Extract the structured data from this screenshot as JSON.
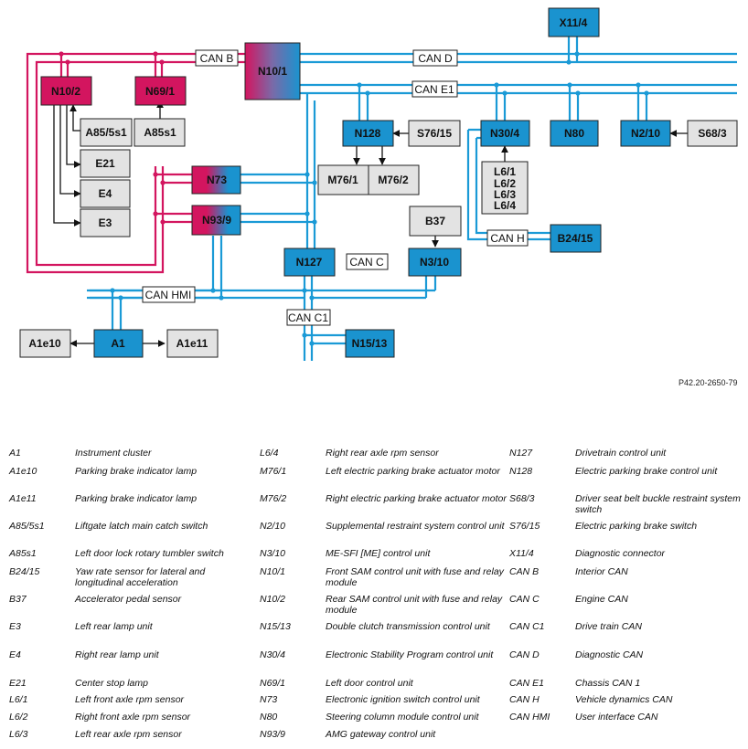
{
  "diagram": {
    "reference": "P42.20-2650-79",
    "colors": {
      "bus": "#1a9ad6",
      "pink": "#d3155f",
      "node_blue": "#1a93cf",
      "node_grey": "#e3e3e3",
      "stroke": "#222222"
    },
    "modules": {
      "X11_4": "X11/4",
      "N10_1": "N10/1",
      "N10_2": "N10/2",
      "N69_1": "N69/1",
      "A85_5s1": "A85/5s1",
      "A85s1": "A85s1",
      "E21": "E21",
      "E4": "E4",
      "E3": "E3",
      "N73": "N73",
      "N93_9": "N93/9",
      "N128": "N128",
      "S76_15": "S76/15",
      "M76_1": "M76/1",
      "M76_2": "M76/2",
      "N30_4": "N30/4",
      "L6_group": [
        "L6/1",
        "L6/2",
        "L6/3",
        "L6/4"
      ],
      "N80": "N80",
      "N2_10": "N2/10",
      "S68_3": "S68/3",
      "B37": "B37",
      "N127": "N127",
      "N3_10": "N3/10",
      "B24_15": "B24/15",
      "N15_13": "N15/13",
      "A1": "A1",
      "A1e10": "A1e10",
      "A1e11": "A1e11"
    },
    "buses": {
      "can_b": "CAN B",
      "can_d": "CAN D",
      "can_e1": "CAN E1",
      "can_c": "CAN C",
      "can_h": "CAN H",
      "can_hmi": "CAN HMI",
      "can_c1": "CAN C1"
    }
  },
  "legend": {
    "columns": [
      [
        {
          "code": "A1",
          "desc": "Instrument cluster"
        },
        {
          "code": "A1e10",
          "desc": "Parking brake indicator lamp"
        },
        {
          "code": "A1e11",
          "desc": "Parking brake indicator lamp"
        },
        {
          "code": "A85/5s1",
          "desc": "Liftgate latch main catch switch"
        },
        {
          "code": "A85s1",
          "desc": "Left door lock rotary tumbler switch"
        },
        {
          "code": "B24/15",
          "desc": "Yaw rate sensor for lateral and longitudinal acceleration"
        },
        {
          "code": "B37",
          "desc": "Accelerator pedal sensor"
        },
        {
          "code": "E3",
          "desc": "Left rear lamp unit"
        },
        {
          "code": "E4",
          "desc": "Right rear lamp unit"
        },
        {
          "code": "E21",
          "desc": "Center stop lamp"
        },
        {
          "code": "L6/1",
          "desc": "Left front axle rpm sensor"
        },
        {
          "code": "L6/2",
          "desc": "Right front axle rpm sensor"
        },
        {
          "code": "L6/3",
          "desc": "Left rear axle rpm sensor"
        }
      ],
      [
        {
          "code": "L6/4",
          "desc": "Right rear axle rpm sensor"
        },
        {
          "code": "M76/1",
          "desc": "Left electric parking brake actuator motor"
        },
        {
          "code": "M76/2",
          "desc": "Right electric parking brake actuator motor"
        },
        {
          "code": "N2/10",
          "desc": "Supplemental restraint system control unit"
        },
        {
          "code": "N3/10",
          "desc": "ME-SFI [ME] control unit"
        },
        {
          "code": "N10/1",
          "desc": "Front SAM control unit with fuse and relay module"
        },
        {
          "code": "N10/2",
          "desc": "Rear SAM control unit with fuse and relay module"
        },
        {
          "code": "N15/13",
          "desc": "Double clutch transmission control unit"
        },
        {
          "code": "N30/4",
          "desc": "Electronic Stability Program control unit"
        },
        {
          "code": "N69/1",
          "desc": "Left door control unit"
        },
        {
          "code": "N73",
          "desc": "Electronic ignition switch control unit"
        },
        {
          "code": "N80",
          "desc": "Steering column module control unit"
        },
        {
          "code": "N93/9",
          "desc": "AMG gateway control unit"
        }
      ],
      [
        {
          "code": "N127",
          "desc": "Drivetrain control unit"
        },
        {
          "code": "N128",
          "desc": "Electric parking brake control unit"
        },
        {
          "code": "S68/3",
          "desc": "Driver seat belt buckle restraint system switch"
        },
        {
          "code": "S76/15",
          "desc": "Electric parking brake switch"
        },
        {
          "code": "X11/4",
          "desc": "Diagnostic connector"
        },
        {
          "code": "CAN B",
          "desc": "Interior CAN"
        },
        {
          "code": "CAN C",
          "desc": "Engine CAN"
        },
        {
          "code": "CAN C1",
          "desc": "Drive train CAN"
        },
        {
          "code": "CAN D",
          "desc": "Diagnostic CAN"
        },
        {
          "code": "CAN E1",
          "desc": "Chassis CAN 1"
        },
        {
          "code": "CAN H",
          "desc": "Vehicle dynamics CAN"
        },
        {
          "code": "CAN HMI",
          "desc": "User interface CAN"
        }
      ]
    ]
  }
}
